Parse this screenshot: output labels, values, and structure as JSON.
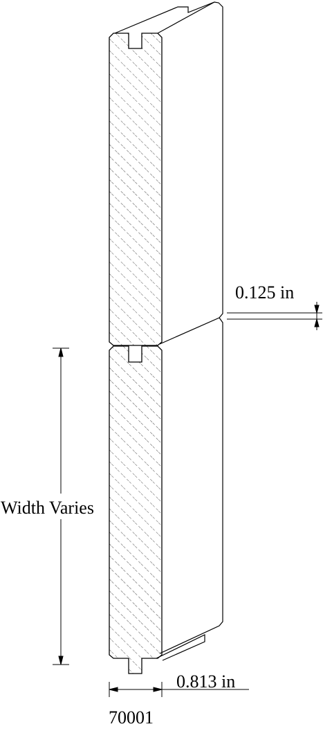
{
  "drawing": {
    "profile_id": "70001",
    "annotations": {
      "width": "Width Varies",
      "thickness": "0.813 in",
      "gap": "0.125 in"
    }
  }
}
